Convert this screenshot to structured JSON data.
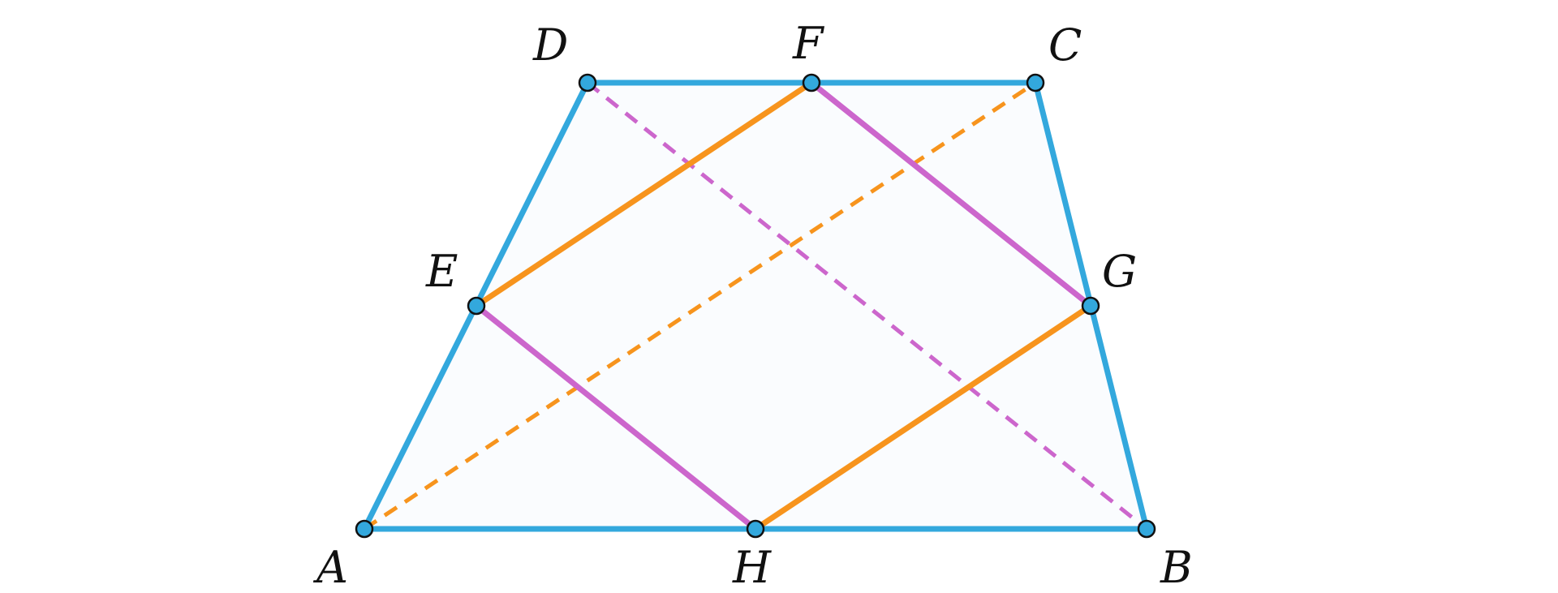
{
  "diagram": {
    "points": {
      "A": "A",
      "B": "B",
      "C": "C",
      "D": "D",
      "E": "E",
      "F": "F",
      "G": "G",
      "H": "H"
    }
  },
  "colors": {
    "trapezoid": "#33A8DD",
    "fill": "#FAFCFE",
    "orange": "#F7941D",
    "magenta": "#CC66CC",
    "point_fill": "#33A8DD",
    "point_stroke": "#111111"
  }
}
